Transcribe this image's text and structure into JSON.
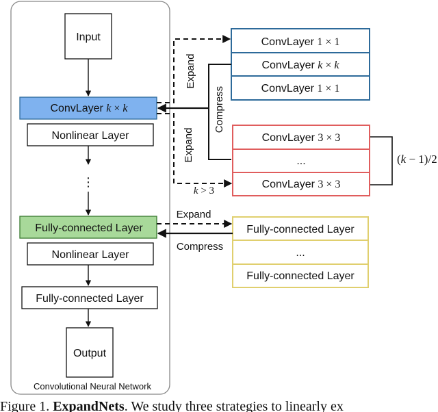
{
  "cnn": {
    "title": "Convolutional Neural Network",
    "input": "Input",
    "conv": {
      "prefix": "ConvLayer ",
      "var": "k",
      "times": " × ",
      "var2": "k"
    },
    "nonlinear1": "Nonlinear Layer",
    "dots": "⋮",
    "fc": "Fully-connected Layer",
    "nonlinear2": "Nonlinear Layer",
    "fc2": "Fully-connected Layer",
    "output": "Output"
  },
  "strategy1": {
    "expand": "Expand",
    "compress": "Compress",
    "row1": {
      "prefix": "ConvLayer ",
      "dim": "1 × 1"
    },
    "row2": {
      "prefix": "ConvLayer ",
      "var": "k",
      "times": " × ",
      "var2": "k"
    },
    "row3": {
      "prefix": "ConvLayer ",
      "dim": "1 × 1"
    }
  },
  "strategy2": {
    "expand": "Expand",
    "condition": {
      "var": "k",
      "rest": " > 3"
    },
    "row1": {
      "prefix": "ConvLayer ",
      "dim": "3 × 3"
    },
    "row2": "...",
    "row3": {
      "prefix": "ConvLayer ",
      "dim": "3 × 3"
    },
    "count": {
      "open": "(",
      "var": "k",
      "rest": " − 1)/2"
    }
  },
  "strategy3": {
    "expand": "Expand",
    "compress": "Compress",
    "row1": "Fully-connected Layer",
    "row2": "...",
    "row3": "Fully-connected Layer"
  },
  "caption": {
    "start": "Figure 1. ",
    "bold": "ExpandNets",
    "rest": ". We study three strategies to linearly ex"
  },
  "colors": {
    "conv_fill": "#7fb2ef",
    "fc_fill": "#a8d99a",
    "blue_border": "#2d6a9a",
    "red_border": "#e05d5d",
    "yellow_border": "#e0cf6e",
    "panel_border": "#888888"
  }
}
